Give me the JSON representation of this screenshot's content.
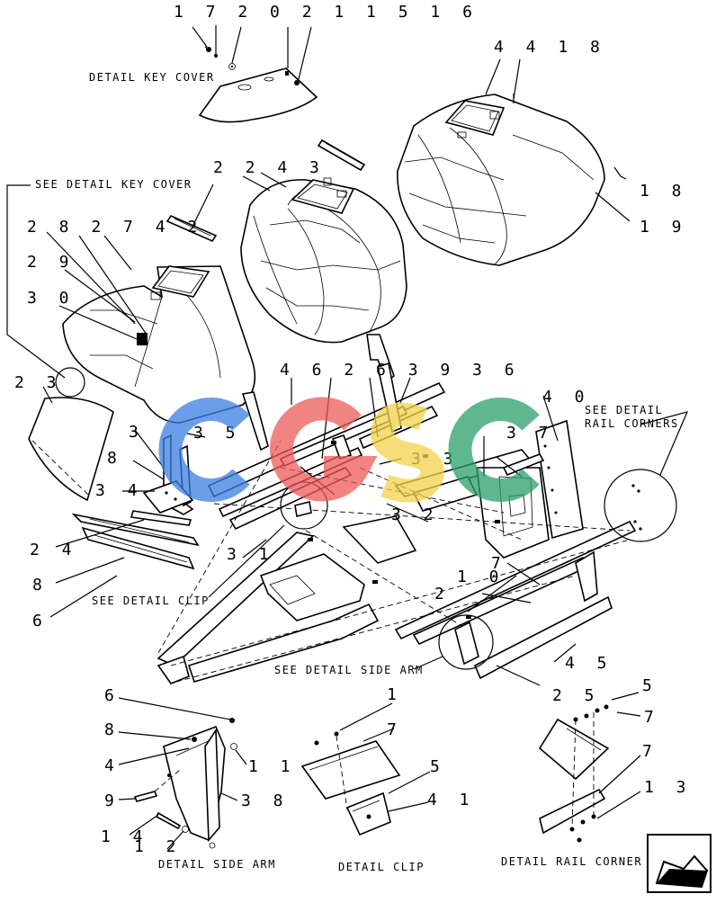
{
  "colors": {
    "line": "#000000",
    "background": "#ffffff",
    "watermark_blue": "#3a7ee0",
    "watermark_red": "#ee5a5a",
    "watermark_yellow": "#f3d24a",
    "watermark_green": "#2aa06a"
  },
  "watermark": "CGSC",
  "callouts": {
    "top_row": "1 7 2 0 2 1 1 5 1 6",
    "r4418": "4 4 1 8",
    "r2243": "2 2 4 3",
    "r28": "2 8 2 7 4 2",
    "r29": "2 9",
    "r30": "3 0",
    "r23": "2 3",
    "r18": "1 8",
    "r19": "1 9",
    "r46": "4 6 2 6 3 9 3 6",
    "r3": "3",
    "r35": "3 5",
    "r8a": "8",
    "r34": "3 4",
    "r24": "2 4",
    "r8b": "8",
    "r6a": "6",
    "r31": "3 1",
    "r33": "3 3",
    "r32": "3 2",
    "r40": "4 0",
    "r37": "3 7",
    "r10": "1 0",
    "r7a": "7",
    "r2": "2",
    "r45": "4 5",
    "r25": "2 5",
    "r6b": "6",
    "r8c": "8",
    "r4": "4",
    "r9": "9",
    "r14": "1 4",
    "r12": "1 2",
    "r11": "1 1",
    "r38": "3 8",
    "r1": "1",
    "r7b": "7",
    "r5a": "5",
    "r41": "4 1",
    "r5b": "5",
    "r7c": "7",
    "r7d": "7",
    "r13": "1 3"
  },
  "captions": {
    "detail_key_cover": "DETAIL KEY COVER",
    "see_detail_key_cover": "SEE DETAIL KEY COVER",
    "see_detail_rail_corners_1": "SEE DETAIL",
    "see_detail_rail_corners_2": "RAIL CORNERS",
    "see_detail_clip": "SEE DETAIL  CLIP",
    "see_detail_side_arm": "SEE DETAIL SIDE ARM",
    "detail_side_arm": "DETAIL SIDE ARM",
    "detail_clip": "DETAIL CLIP",
    "detail_rail_corner": "DETAIL RAIL CORNER"
  }
}
